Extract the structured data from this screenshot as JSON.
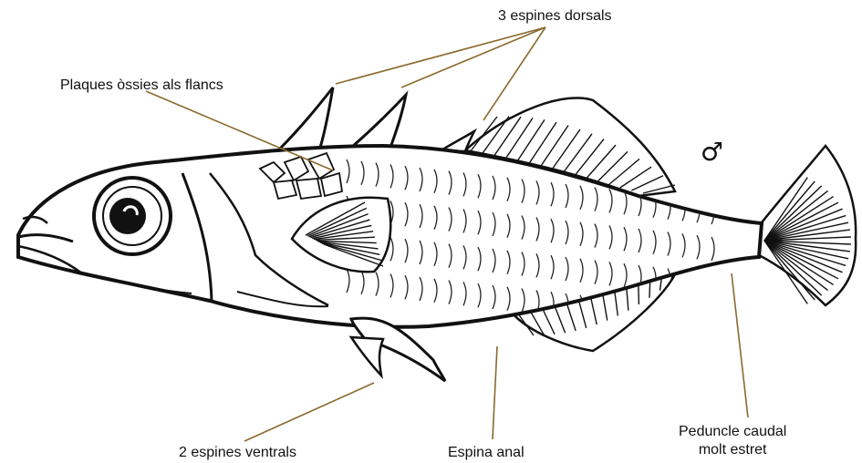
{
  "labels": {
    "dorsal_spines": "3 espines dorsals",
    "bony_plates": "Plaques òssies als flancs",
    "ventral_spines": "2 espines ventrals",
    "anal_spine": "Espina anal",
    "caudal_peduncle_line1": "Peduncle caudal",
    "caudal_peduncle_line2": "molt estret",
    "sex_symbol": "♂"
  },
  "colors": {
    "leader_line": "#8a6a2e",
    "outline": "#111111",
    "background": "#ffffff"
  }
}
